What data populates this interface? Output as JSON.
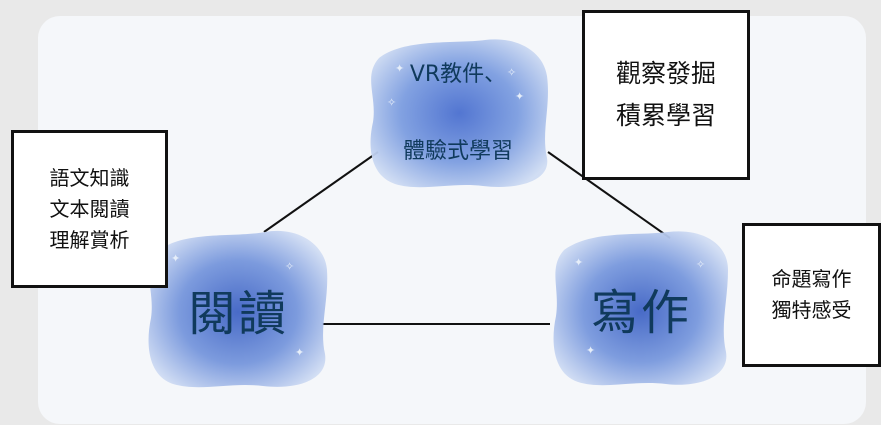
{
  "diagram": {
    "center_node": {
      "lines": [
        "VR教件、",
        "體驗式學習"
      ]
    },
    "left_node": {
      "label": "閱讀"
    },
    "right_node": {
      "label": "寫作"
    },
    "notes": {
      "top_right": [
        "觀察發掘",
        "積累學習"
      ],
      "left": [
        "語文知識",
        "文本閱讀",
        "理解賞析"
      ],
      "right": [
        "命題寫作",
        "獨特感受"
      ]
    },
    "colors": {
      "blob_light": "#c9d8f2",
      "blob_mid": "#7d9ddd",
      "blob_dark": "#3f63c4",
      "text": "#103a5c",
      "line": "#111111",
      "panel": "#f5f7fa",
      "background": "#e9e9e9"
    }
  }
}
